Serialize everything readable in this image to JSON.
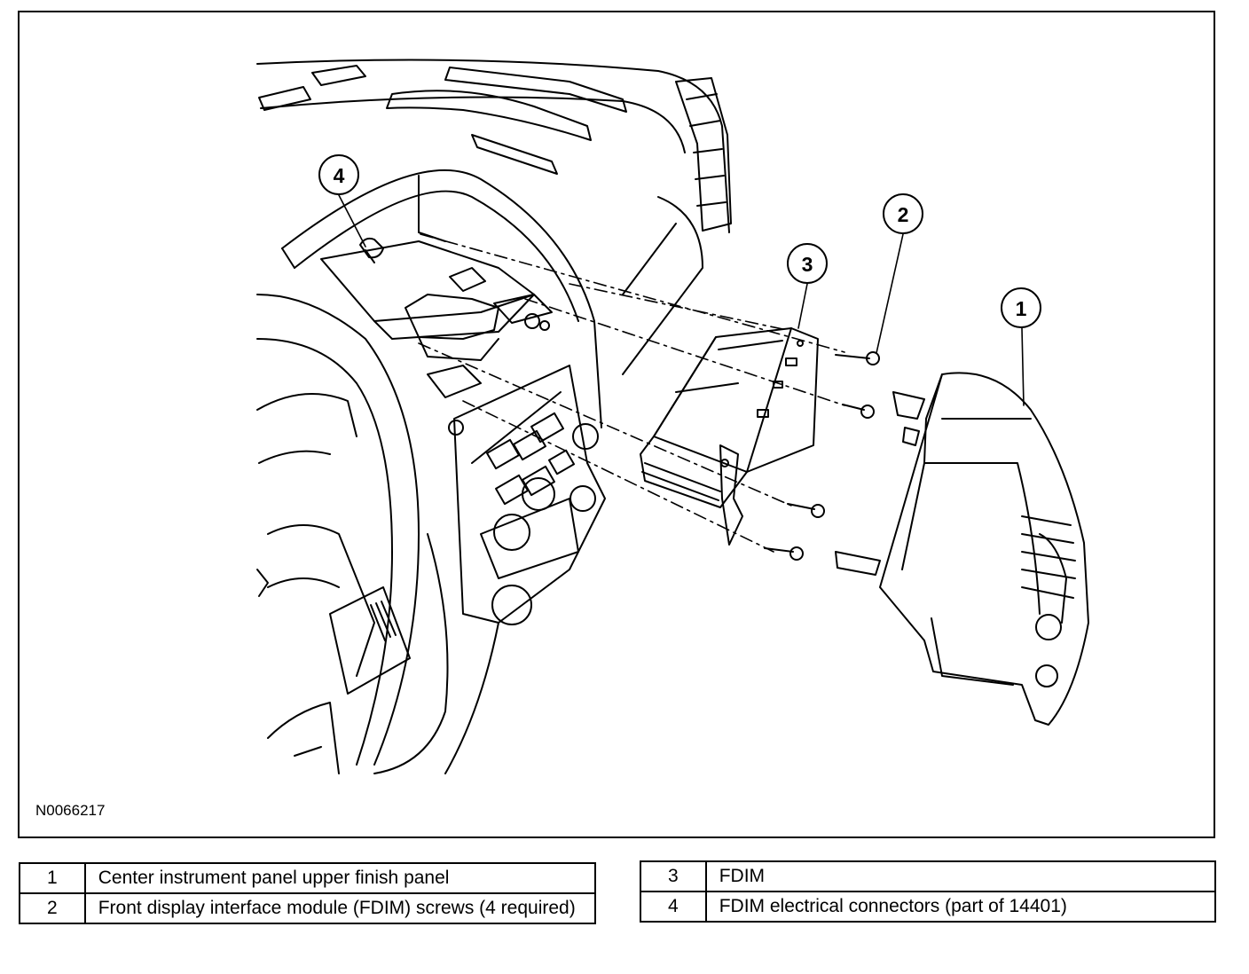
{
  "figure": {
    "id": "N0066217",
    "callouts": [
      "1",
      "2",
      "3",
      "4"
    ]
  },
  "legend": {
    "left": [
      {
        "num": "1",
        "desc": "Center instrument panel upper finish panel"
      },
      {
        "num": "2",
        "desc": "Front display interface module (FDIM) screws (4 required)"
      }
    ],
    "right": [
      {
        "num": "3",
        "desc": "FDIM"
      },
      {
        "num": "4",
        "desc": "FDIM electrical connectors (part of 14401)"
      }
    ]
  }
}
